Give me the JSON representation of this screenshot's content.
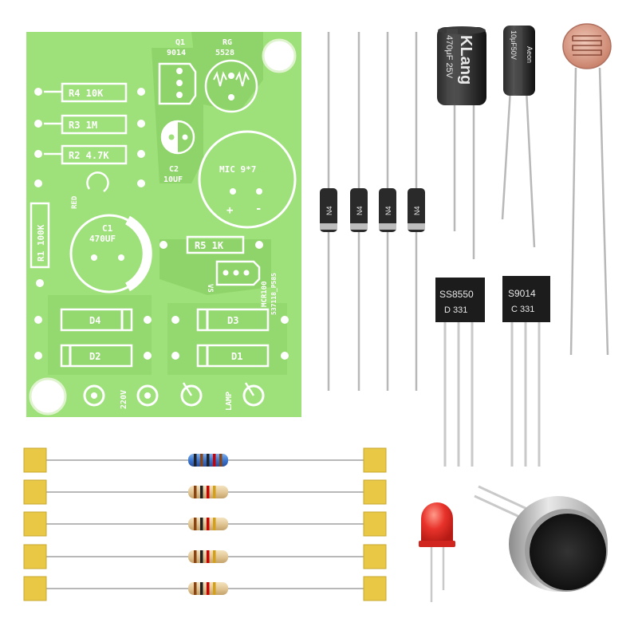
{
  "pcb": {
    "q1": "Q1",
    "q1_part": "9014",
    "rg": "RG",
    "rg_part": "5528",
    "r4": "R4 10K",
    "r3": "R3 1M",
    "r2": "R2 4.7K",
    "r1": "R1 100K",
    "c2": "C2",
    "c2_val": "10UF",
    "mic": "MIC 9*7",
    "mic_plus": "+",
    "mic_minus": "-",
    "red": "RED",
    "c1": "C1",
    "c1_val": "470UF",
    "r5": "R5 1K",
    "vs": "VS",
    "mcr": "MCR100",
    "board_code": "537118_P585",
    "d4": "D4",
    "d3": "D3",
    "d2": "D2",
    "d1": "D1",
    "v220": "220V",
    "lamp": "LAMP"
  },
  "components": {
    "cap_big_brand": "KLang",
    "cap_big_rating": "470μF 25V",
    "cap_small_rating": "10μF50V",
    "cap_small_brand": "Aeon",
    "diode_mark": "N4",
    "t1_line1": "SS8550",
    "t1_line2": "D 331",
    "t2_line1": "S9014",
    "t2_line2": "C 331"
  },
  "colors": {
    "pcb_green": "#9ee07a",
    "pcb_dark_green": "#7cc85a",
    "silk_white": "#ffffff",
    "tape_yellow": "#e8c845",
    "resistor_beige": "#e6cfa3",
    "resistor_blue": "#3d78d0",
    "led_red": "#e8332b"
  }
}
